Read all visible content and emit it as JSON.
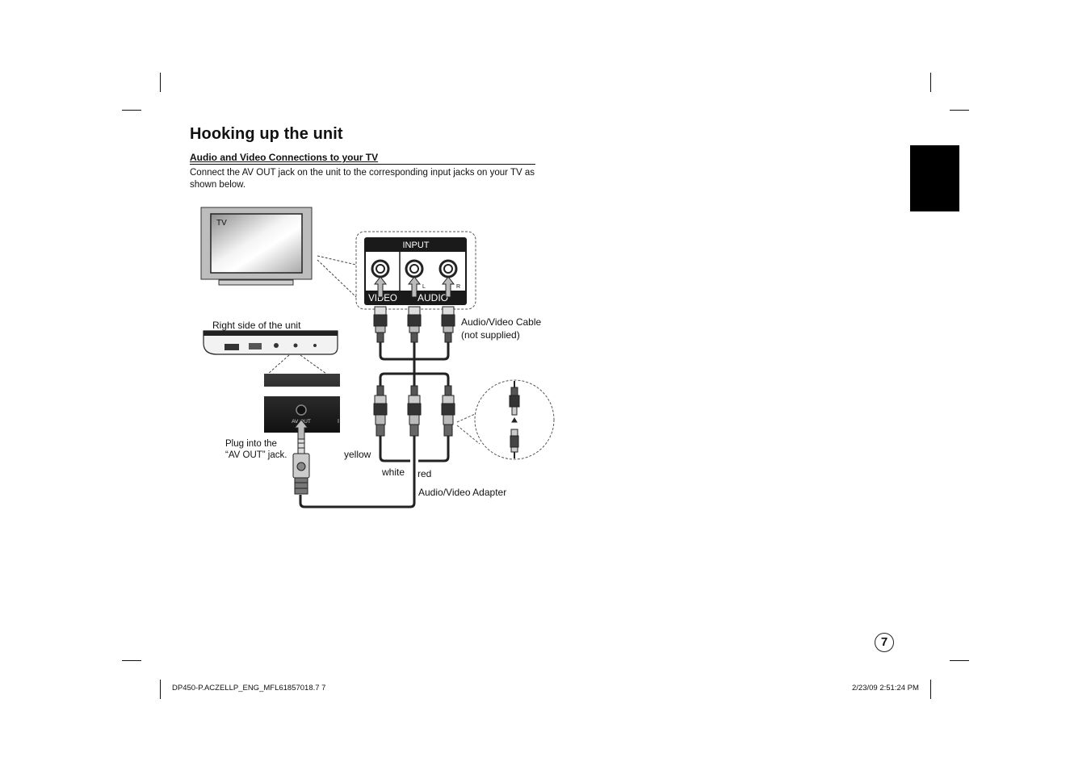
{
  "page": {
    "title": "Hooking up the unit",
    "section_heading": "Audio and Video Connections to your TV",
    "intro": "Connect the AV OUT jack on the unit to the corresponding input jacks on your TV as shown below.",
    "page_number": "7"
  },
  "diagram": {
    "tv_label": "TV",
    "input_label": "INPUT",
    "video_label": "VIDEO",
    "audio_label": "AUDIO",
    "left_label": "L",
    "right_label": "R",
    "right_side_label": "Right side of the unit",
    "av_out_jack": "AV OUT",
    "av_cable_line1": "Audio/Video Cable",
    "av_cable_line2": "(not supplied)",
    "plug_line1": "Plug into the",
    "plug_line2": "“AV OUT” jack.",
    "yellow": "yellow",
    "white": "white",
    "red": "red",
    "adapter": "Audio/Video Adapter"
  },
  "footer": {
    "left": "DP450-P.ACZELLP_ENG_MFL61857018.7   7",
    "right": "2/23/09   2:51:24 PM"
  }
}
